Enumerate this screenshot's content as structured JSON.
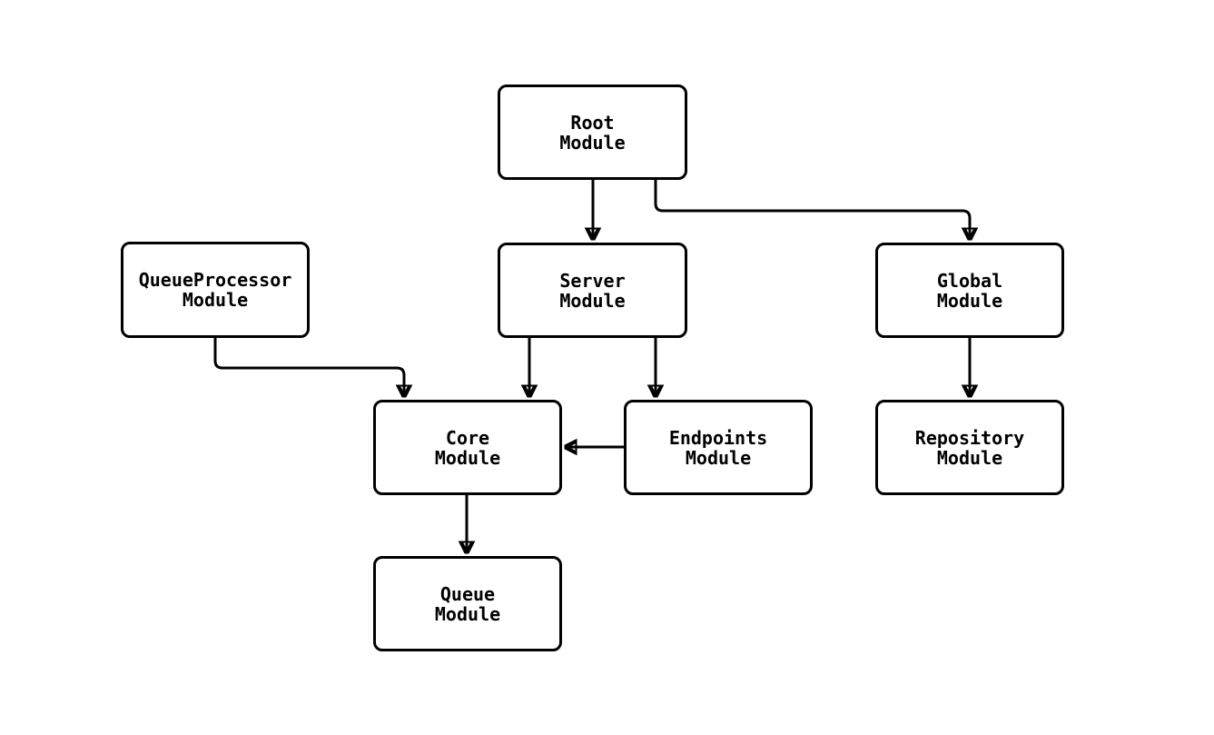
{
  "diagram": {
    "type": "flowchart",
    "colors": {
      "background": "#ffffff",
      "node_fill": "#ffffff",
      "node_border": "#000000",
      "edge": "#000000",
      "text": "#000000"
    },
    "nodes": [
      {
        "id": "root",
        "label": "Root\nModule"
      },
      {
        "id": "queueprocessor",
        "label": "QueueProcessor\nModule"
      },
      {
        "id": "server",
        "label": "Server\nModule"
      },
      {
        "id": "global",
        "label": "Global\nModule"
      },
      {
        "id": "core",
        "label": "Core\nModule"
      },
      {
        "id": "endpoints",
        "label": "Endpoints\nModule"
      },
      {
        "id": "repository",
        "label": "Repository\nModule"
      },
      {
        "id": "queue",
        "label": "Queue\nModule"
      }
    ],
    "edges": [
      {
        "from": "Root Module",
        "to": "Server Module"
      },
      {
        "from": "Root Module",
        "to": "Global Module"
      },
      {
        "from": "QueueProcessor Module",
        "to": "Core Module"
      },
      {
        "from": "Server Module",
        "to": "Core Module"
      },
      {
        "from": "Server Module",
        "to": "Endpoints Module"
      },
      {
        "from": "Endpoints Module",
        "to": "Core Module"
      },
      {
        "from": "Global Module",
        "to": "Repository Module"
      },
      {
        "from": "Core Module",
        "to": "Queue Module"
      }
    ]
  }
}
